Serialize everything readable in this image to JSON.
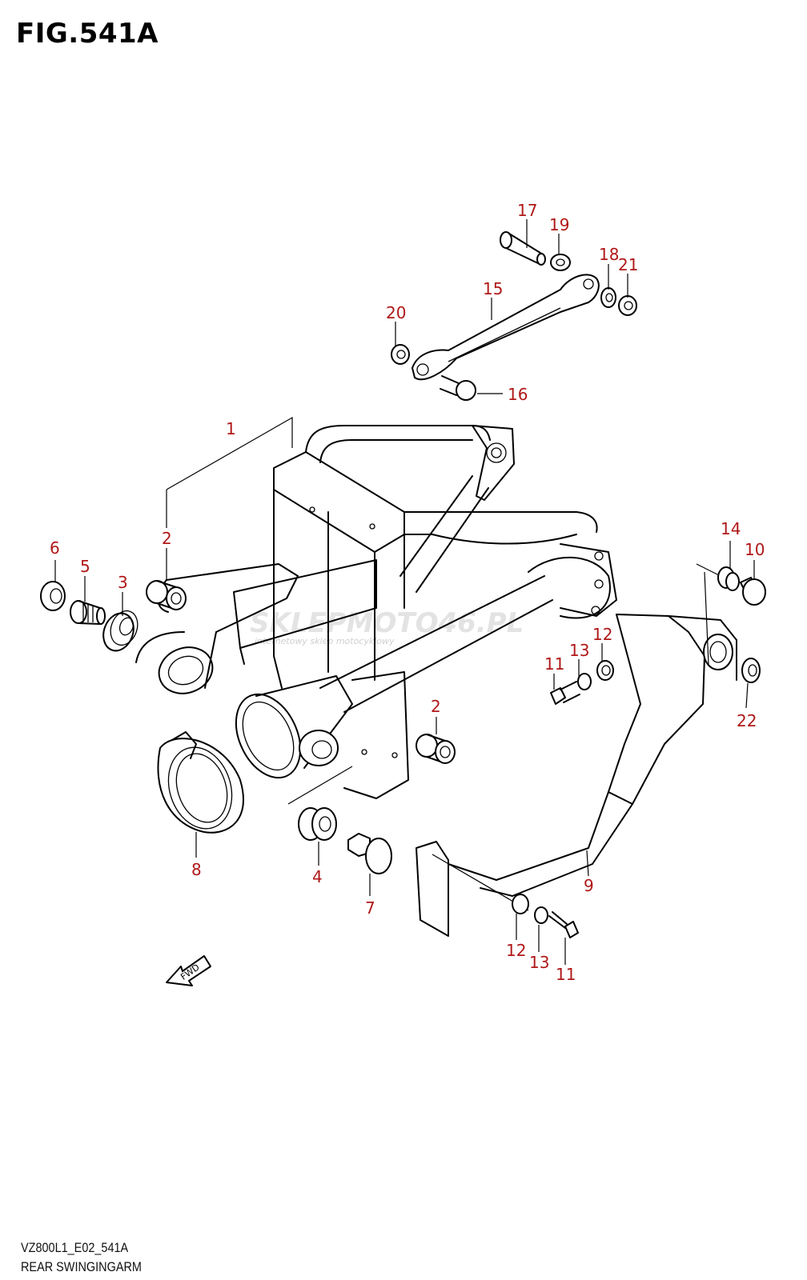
{
  "figure": {
    "title": "FIG.541A",
    "model_code": "VZ800L1_E02_541A",
    "section_name": "REAR SWINGINGARM"
  },
  "watermark": {
    "text": "SKLEPMOTO46.PL",
    "subtext": "internetowy sklep motocyklowy"
  },
  "fwd_label": "FWD",
  "callouts": [
    {
      "id": "c1",
      "label": "1"
    },
    {
      "id": "c2a",
      "label": "2"
    },
    {
      "id": "c2b",
      "label": "2"
    },
    {
      "id": "c3",
      "label": "3"
    },
    {
      "id": "c4",
      "label": "4"
    },
    {
      "id": "c5",
      "label": "5"
    },
    {
      "id": "c6",
      "label": "6"
    },
    {
      "id": "c7",
      "label": "7"
    },
    {
      "id": "c8",
      "label": "8"
    },
    {
      "id": "c9",
      "label": "9"
    },
    {
      "id": "c10",
      "label": "10"
    },
    {
      "id": "c11a",
      "label": "11"
    },
    {
      "id": "c11b",
      "label": "11"
    },
    {
      "id": "c12a",
      "label": "12"
    },
    {
      "id": "c12b",
      "label": "12"
    },
    {
      "id": "c13a",
      "label": "13"
    },
    {
      "id": "c13b",
      "label": "13"
    },
    {
      "id": "c14",
      "label": "14"
    },
    {
      "id": "c15",
      "label": "15"
    },
    {
      "id": "c16",
      "label": "16"
    },
    {
      "id": "c17",
      "label": "17"
    },
    {
      "id": "c18",
      "label": "18"
    },
    {
      "id": "c19",
      "label": "19"
    },
    {
      "id": "c20",
      "label": "20"
    },
    {
      "id": "c21",
      "label": "21"
    },
    {
      "id": "c22",
      "label": "22"
    }
  ],
  "colors": {
    "callout": "#b01818",
    "line": "#000000",
    "background": "#ffffff"
  }
}
